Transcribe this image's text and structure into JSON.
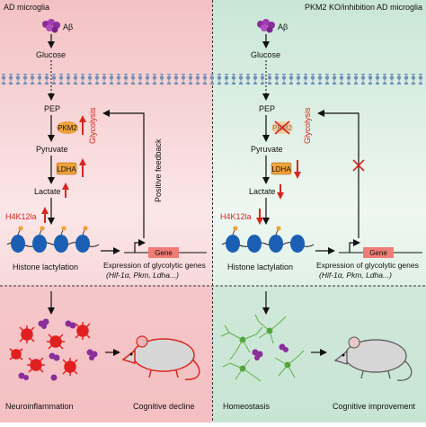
{
  "left": {
    "title": "AD microglia",
    "abeta": "Aβ",
    "glucose": "Glucose",
    "pep": "PEP",
    "pkm2": "PKM2",
    "pyruvate": "Pyruvate",
    "ldha": "LDHA",
    "lactate": "Lactate",
    "h4k12la": "H4K12la",
    "glycolysis": "Glycolysis",
    "feedback": "Positive feedback",
    "histone": "Histone lactylation",
    "gene": "Gene",
    "expression": "Expression of glycolytic genes",
    "genes": "(Hif-1α, Pkm, Ldha...)",
    "state": "Neuroinflammation",
    "outcome": "Cognitive decline"
  },
  "right": {
    "title": "PKM2 KO/inhibition AD microglia",
    "abeta": "Aβ",
    "glucose": "Glucose",
    "pep": "PEP",
    "pkm2": "PKM2",
    "pyruvate": "Pyruvate",
    "ldha": "LDHA",
    "lactate": "Lactate",
    "h4k12la": "H4K12la",
    "glycolysis": "Glycolysis",
    "histone": "Histone lactylation",
    "gene": "Gene",
    "expression": "Expression of glycolytic genes",
    "genes": "(Hif-1α, Pkm, Ldha...)",
    "state": "Homeostasis",
    "outcome": "Cognitive improvement"
  },
  "colors": {
    "left_bg": "#f5c9cb",
    "right_bg": "#d3ebdf",
    "enzyme": "#f0a23c",
    "up_arrow": "#d7261e",
    "gene_box": "#ef7d76",
    "nucleosome": "#1a5fb4",
    "membrane": "#6f8fb7",
    "microglia_red": "#e02020",
    "microglia_green": "#5fb24a",
    "plaque": "#8a2e9a"
  }
}
